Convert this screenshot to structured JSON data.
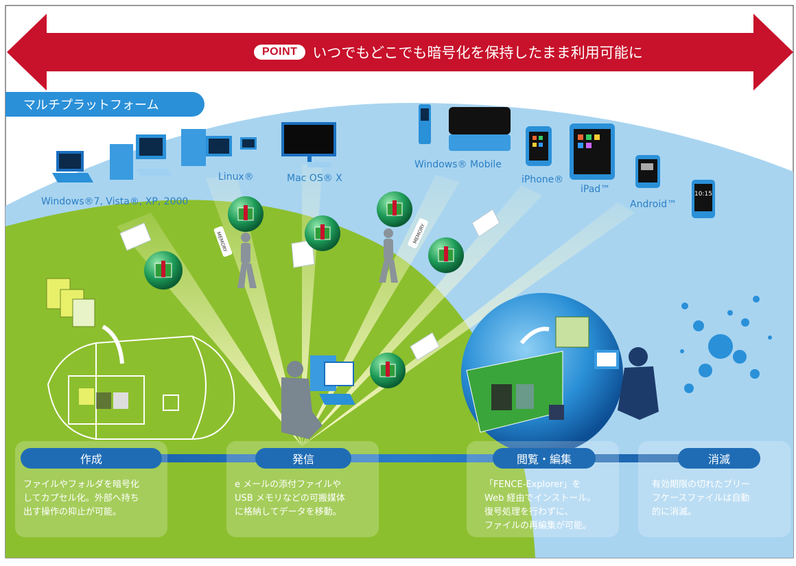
{
  "banner": {
    "badge": "POINT",
    "text": "いつでもどこでも暗号化を保持したまま利用可能に"
  },
  "platform_tab": "マルチプラットフォーム",
  "devices": {
    "windows": "Windows®7, Vista®, XP, 2000",
    "linux": "Linux®",
    "mac": "Mac OS® X",
    "windows_mobile": "Windows® Mobile",
    "iphone": "iPhone®",
    "ipad": "iPad™",
    "android": "Android™"
  },
  "memory_label": "MEMORY",
  "clock_text": "10:15",
  "steps": [
    {
      "title": "作成",
      "desc": "ファイルやフォルダを暗号化\nしてカプセル化。外部へ持ち\n出す操作の抑止が可能。"
    },
    {
      "title": "発信",
      "desc": "e メールの添付ファイルや\nUSB メモリなどの可搬媒体\nに格納してデータを移動。"
    },
    {
      "title": "閲覧・編集",
      "desc": "「FENCE-Explorer」を\nWeb 経由でインストール。\n復号処理を行わずに、\nファイルの再編集が可能。"
    },
    {
      "title": "消滅",
      "desc": "有効期限の切れたブリー\nフケースファイルは自動\n的に消滅。"
    }
  ],
  "colors": {
    "arrow_red": "#c8112b",
    "sky_blue": "#a8d4f0",
    "green_area": "#8cbf2e",
    "accent_blue": "#1f6cb5"
  }
}
